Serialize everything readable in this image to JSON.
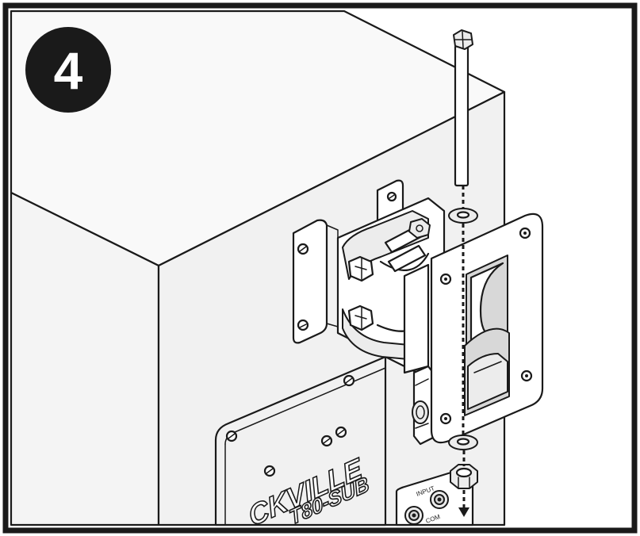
{
  "step": {
    "number": "4"
  },
  "product": {
    "brand_partial": "CKVILLE",
    "model_partial": "T80-SUB",
    "panel_labels": {
      "input": "INPUT",
      "com": "COM"
    }
  },
  "colors": {
    "ink": "#1a1a1a",
    "paper": "#ffffff",
    "badge": "#1a1a1a"
  }
}
